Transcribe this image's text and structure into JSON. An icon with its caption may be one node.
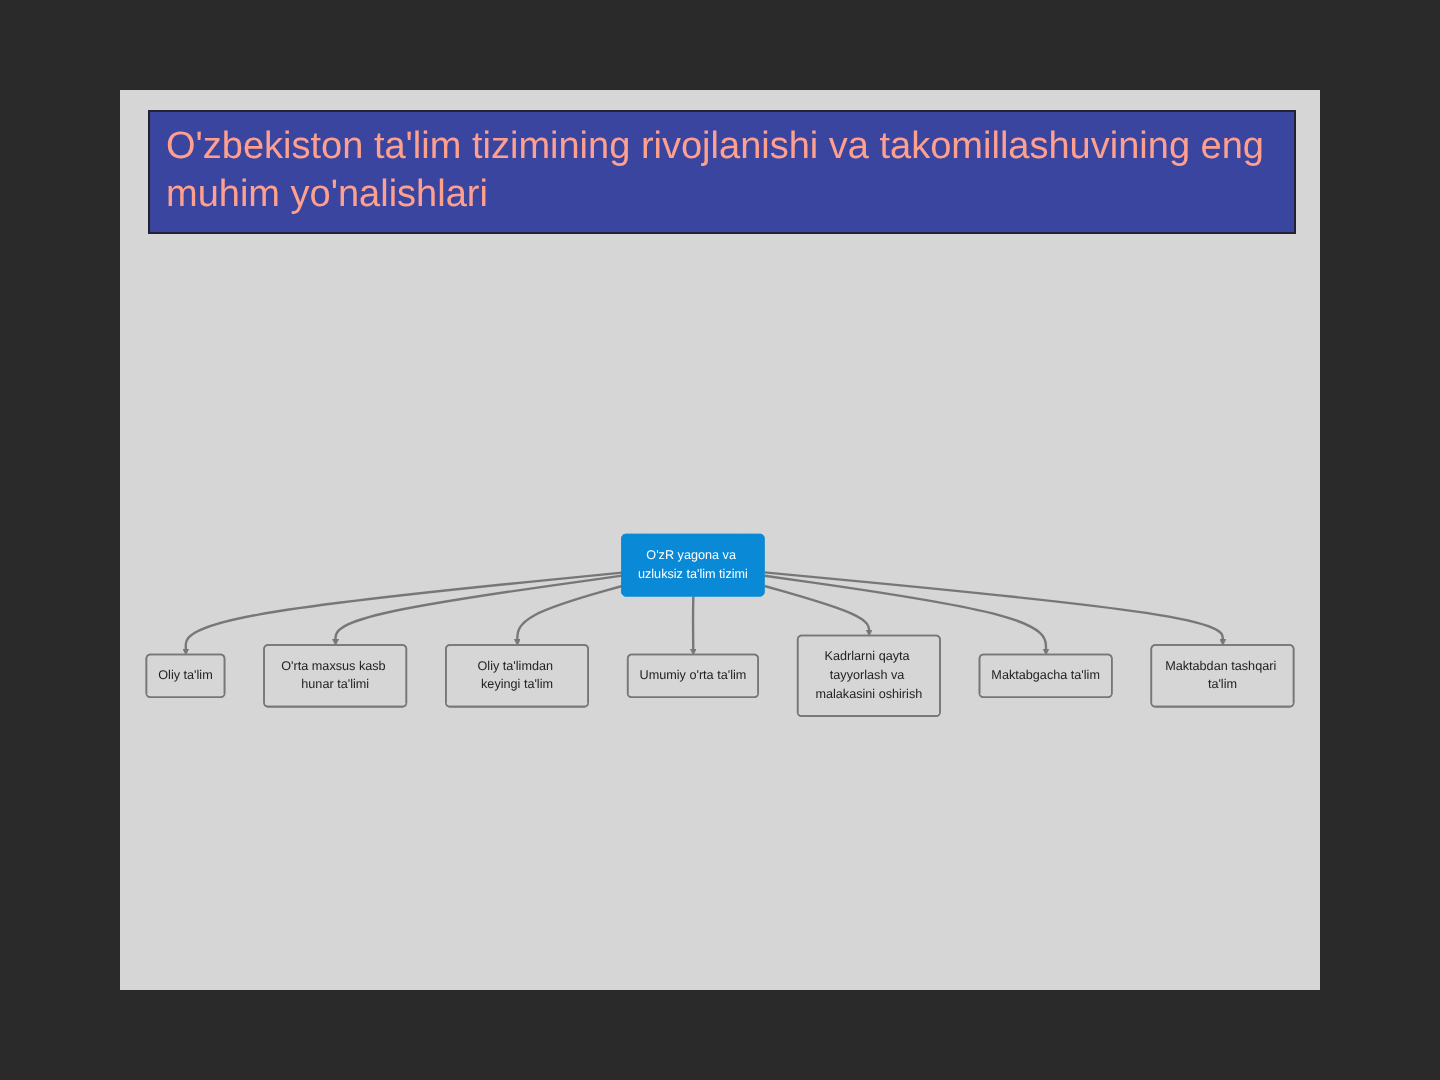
{
  "diagram": {
    "title": "O'zbekiston ta'lim tizimining rivojlanishi va takomillashuvining eng muhim yo'nalishlari",
    "nodes": [
      {
        "text": [
          "Oliy ta'lim"
        ]
      },
      {
        "text": [
          "O'rta maxsus kasb hunar ta'limi"
        ]
      },
      {
        "text": [
          "Oliy ta'limdan keyingi ta'lim"
        ]
      },
      {
        "text": [
          "O'zR yagona va uzluksiz ta'lim tizimi"
        ]
      },
      {
        "text": [
          "Umumiy o'rta ta'lim"
        ]
      },
      {
        "text": [
          "Kadrlarni qayta tayyorlash va malakasini oshirish"
        ]
      },
      {
        "text": [
          "Maktabgacha ta'lim"
        ]
      },
      {
        "text": [
          "Maktabdan tashqari ta'lim"
        ]
      }
    ],
    "edges": [
      {
        "from": 3,
        "to": 0,
        "arrow": "to"
      },
      {
        "from": 3,
        "to": 1,
        "arrow": "to"
      },
      {
        "from": 3,
        "to": 2,
        "arrow": "to"
      },
      {
        "from": 3,
        "to": 4,
        "arrow": "to"
      },
      {
        "from": 3,
        "to": 5,
        "arrow": "to"
      },
      {
        "from": 3,
        "to": 6,
        "arrow": "to"
      },
      {
        "from": 3,
        "to": 7,
        "arrow": "to"
      }
    ]
  }
}
